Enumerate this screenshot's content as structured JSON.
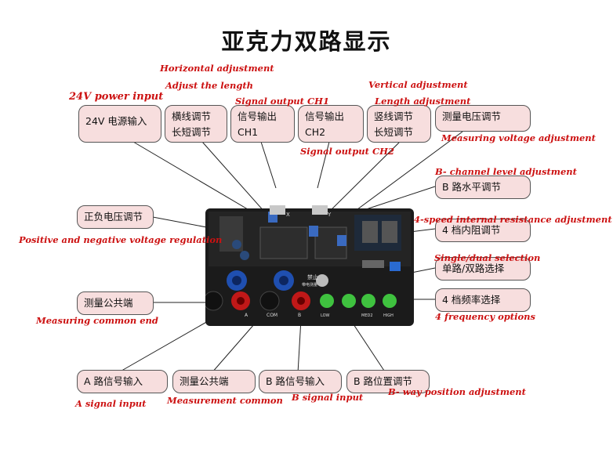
{
  "title": "亚克力双路显示",
  "callouts": {
    "power_input": "24V 电源输入",
    "horizontal_adjust_1": "横线调节",
    "horizontal_adjust_2": "长短调节",
    "signal_ch1_1": "信号输出",
    "signal_ch1_2": "CH1",
    "signal_ch2_1": "信号输出",
    "signal_ch2_2": "CH2",
    "vertical_adjust_1": "竖线调节",
    "vertical_adjust_2": "长短调节",
    "measure_voltage_adjust": "测量电压调节",
    "pos_neg_voltage": "正负电压调节",
    "b_level_adjust": "B 路水平调节",
    "internal_resistance": "4 档内阻调节",
    "single_dual": "单路/双路选择",
    "frequency_select": "4 档频率选择",
    "measure_common_left": "测量公共端",
    "a_signal_input": "A 路信号输入",
    "measure_common_bottom": "测量公共端",
    "b_signal_input": "B 路信号输入",
    "b_position_adjust": "B 路位置调节"
  },
  "notes": {
    "horizontal_adjustment": "Horizontal adjustment",
    "adjust_length": "Adjust the length",
    "power_input": "24V power input",
    "signal_output_ch1": "Signal output CH1",
    "vertical_adjustment": "Vertical adjustment",
    "length_adjustment": "Length adjustment",
    "measuring_voltage": "Measuring voltage adjustment",
    "signal_output_ch2": "Signal output CH2",
    "b_channel_level": "B- channel level adjustment",
    "internal_resistance": "4-speed internal resistance adjustment",
    "pos_neg_regulation": "Positive and negative voltage regulation",
    "single_dual_selection": "Single/dual selection",
    "frequency_options": "4 frequency options",
    "measuring_common_end": "Measuring common end",
    "a_signal_input": "A signal input",
    "measurement_common": "Measurement common",
    "b_signal_input": "B signal input",
    "b_way_position": "B- way position adjustment"
  },
  "board": {
    "label_disable": "禁止",
    "label_sub": "带电测量",
    "label_a": "A",
    "label_com": "COM",
    "label_b": "B",
    "label_x": "X",
    "label_y": "Y",
    "label_low": "LOW",
    "label_high": "HIGH",
    "label_med": "MED2"
  }
}
